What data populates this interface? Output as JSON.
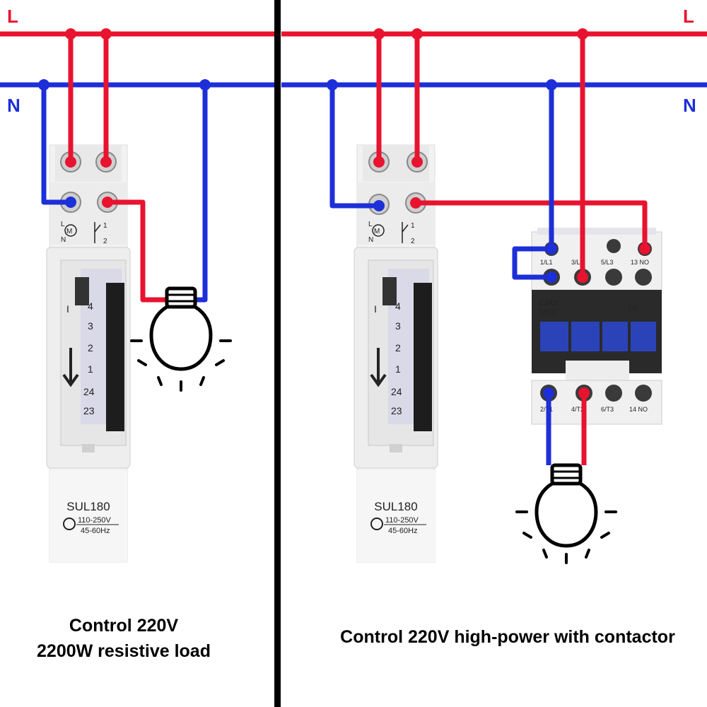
{
  "colors": {
    "live": "#e8132f",
    "neutral": "#1d2fd8",
    "divider": "#000000",
    "device_body": "#f2f2f2",
    "contactor_dark": "#2a2a2a",
    "contactor_blue": "#2b43b8"
  },
  "rails": {
    "live_label": "L",
    "neutral_label": "N"
  },
  "left_panel": {
    "timer": {
      "model": "SUL180",
      "voltage": "110-250V",
      "frequency": "45-60Hz",
      "motor_symbol": "M",
      "terminal_L": "L",
      "terminal_N": "N",
      "contact_1": "1",
      "contact_2": "2",
      "dial_marks": [
        "4",
        "3",
        "2",
        "1",
        "24",
        "23"
      ],
      "mode_mark": "I"
    },
    "load_icon": "light-bulb-icon",
    "caption_line1": "Control 220V",
    "caption_line2": "2200W resistive load"
  },
  "right_panel": {
    "timer": {
      "model": "SUL180",
      "voltage": "110-250V",
      "frequency": "45-60Hz",
      "motor_symbol": "M",
      "terminal_L": "L",
      "terminal_N": "N",
      "contact_1": "1",
      "contact_2": "2",
      "dial_marks": [
        "4",
        "3",
        "2",
        "1",
        "24",
        "23"
      ],
      "mode_mark": "I"
    },
    "contactor": {
      "model_line1": "CJX2",
      "model_line2": "1810",
      "rating": "10",
      "top_terminals": [
        "1/L1",
        "3/L2",
        "5/L3",
        "13 NO"
      ],
      "bottom_terminals": [
        "2/T1",
        "4/T2",
        "6/T3",
        "14 NO"
      ]
    },
    "load_icon": "light-bulb-icon",
    "caption": "Control 220V high-power with contactor"
  }
}
